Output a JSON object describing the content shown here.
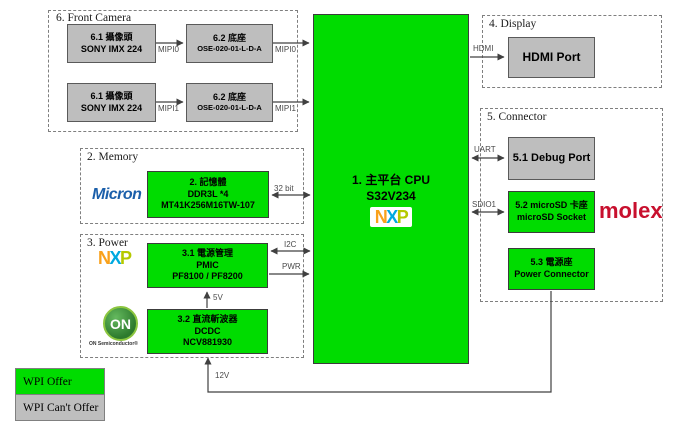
{
  "colors": {
    "offer_green": "#00dc00",
    "cant_offer_gray": "#bebebe",
    "molex_red": "#c8102e",
    "micron_blue": "#1b5faa",
    "nxp_orange": "#f9a11b",
    "nxp_blue": "#00a9e0",
    "nxp_lime": "#b5c900",
    "on_green": "#2d7a2d"
  },
  "cpu": {
    "line1": "1. 主平台 CPU",
    "line2": "S32V234",
    "logo": {
      "n": "N",
      "x": "X",
      "p": "P"
    }
  },
  "front_camera": {
    "title": "6. Front Camera",
    "camera1_line1": "6.1 攝像頭",
    "camera1_line2": "SONY IMX 224",
    "socket1_line1": "6.2 底座",
    "socket1_line2": "OSE-020-01-L-D-A",
    "camera2_line1": "6.1 攝像頭",
    "camera2_line2": "SONY IMX 224",
    "socket2_line1": "6.2 底座",
    "socket2_line2": "OSE-020-01-L-D-A",
    "bus_cam1": "MIPI0",
    "bus_cpu1": "MIPI0",
    "bus_cam2": "MIPI1",
    "bus_cpu2": "MIPI1"
  },
  "memory": {
    "title": "2. Memory",
    "micron_logo": "Micron",
    "line1": "2. 記憶體",
    "line2": "DDR3L *4",
    "line3": "MT41K256M16TW-107",
    "bus": "32 bit"
  },
  "power": {
    "title": "3. Power",
    "nxp_logo": {
      "n": "N",
      "x": "X",
      "p": "P"
    },
    "on_logo": "ON",
    "on_logo_sub": "ON Semiconductor®",
    "pmic_line1": "3.1 電源管理",
    "pmic_line2": "PMIC",
    "pmic_line3": "PF8100 / PF8200",
    "dcdc_line1": "3.2 直流斬波器",
    "dcdc_line2": "DCDC",
    "dcdc_line3": "NCV881930",
    "bus_i2c": "I2C",
    "bus_pwr": "PWR",
    "bus_5v": "5V",
    "bus_12v": "12V"
  },
  "display": {
    "title": "4. Display",
    "hdmi_port_label": "HDMI Port",
    "bus": "HDMI"
  },
  "connector": {
    "title": "5. Connector",
    "debug_port_label": "5.1 Debug Port",
    "microsd_line1": "5.2 microSD 卡座",
    "microsd_line2": "microSD Socket",
    "power_conn_line1": "5.3 電源座",
    "power_conn_line2": "Power Connector",
    "bus_uart": "UART",
    "bus_sdio1": "SDIO1",
    "molex_logo": "molex"
  },
  "legend": {
    "offer_label": "WPI Offer",
    "cant_offer_label": "WPI Can't Offer"
  }
}
